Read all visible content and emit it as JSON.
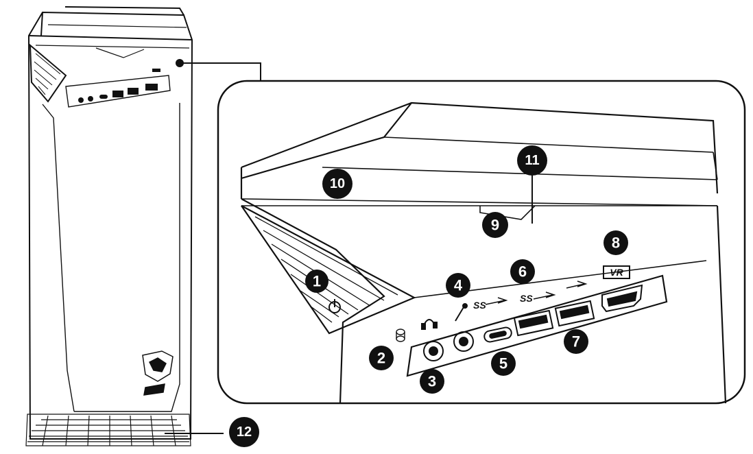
{
  "callouts": [
    {
      "id": "1",
      "label": "1"
    },
    {
      "id": "2",
      "label": "2"
    },
    {
      "id": "3",
      "label": "3"
    },
    {
      "id": "4",
      "label": "4"
    },
    {
      "id": "5",
      "label": "5"
    },
    {
      "id": "6",
      "label": "6"
    },
    {
      "id": "7",
      "label": "7"
    },
    {
      "id": "8",
      "label": "8"
    },
    {
      "id": "9",
      "label": "9"
    },
    {
      "id": "10",
      "label": "10"
    },
    {
      "id": "11",
      "label": "11"
    },
    {
      "id": "12",
      "label": "12"
    }
  ],
  "port_labels": {
    "usb3_a": "SS",
    "usb3_b": "SS",
    "vr": "VR"
  },
  "icons": {
    "power": "power-icon",
    "hdd": "hdd-led-icon",
    "headphone": "headphone-icon",
    "mic": "microphone-icon",
    "usb": "usb-icon",
    "logo": "dragon-shield-logo"
  },
  "colors": {
    "line": "#111111",
    "callout_fill": "#111111",
    "background": "#ffffff"
  }
}
